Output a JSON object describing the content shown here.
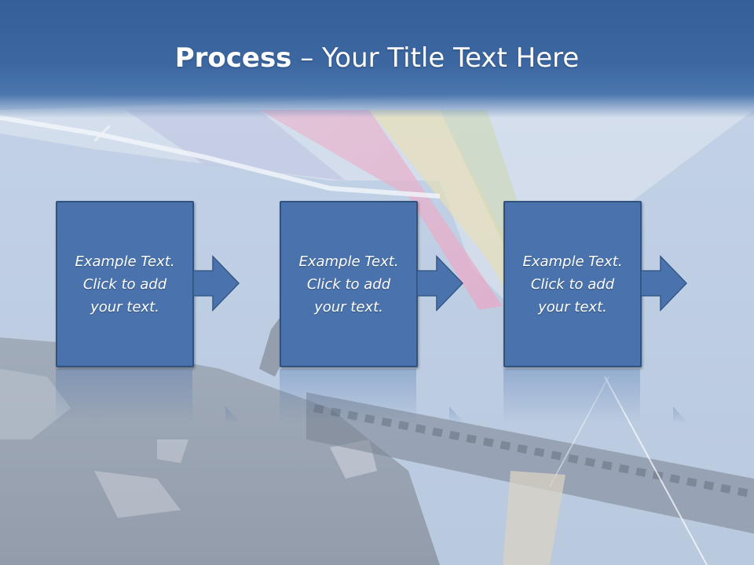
{
  "slide": {
    "title_bold": "Process",
    "title_rest": " – Your Title Text Here"
  },
  "steps": [
    {
      "line1": "Example Text.",
      "line2": "Click  to add",
      "line3": "your text."
    },
    {
      "line1": "Example Text.",
      "line2": "Click  to add",
      "line3": "your text."
    },
    {
      "line1": "Example Text.",
      "line2": "Click  to add",
      "line3": "your text."
    }
  ],
  "colors": {
    "header": "#3c67a1",
    "box_fill": "#4a73ad",
    "box_border": "#2f527f",
    "text": "#ffffff"
  },
  "icons": [
    "right-arrow-icon"
  ]
}
